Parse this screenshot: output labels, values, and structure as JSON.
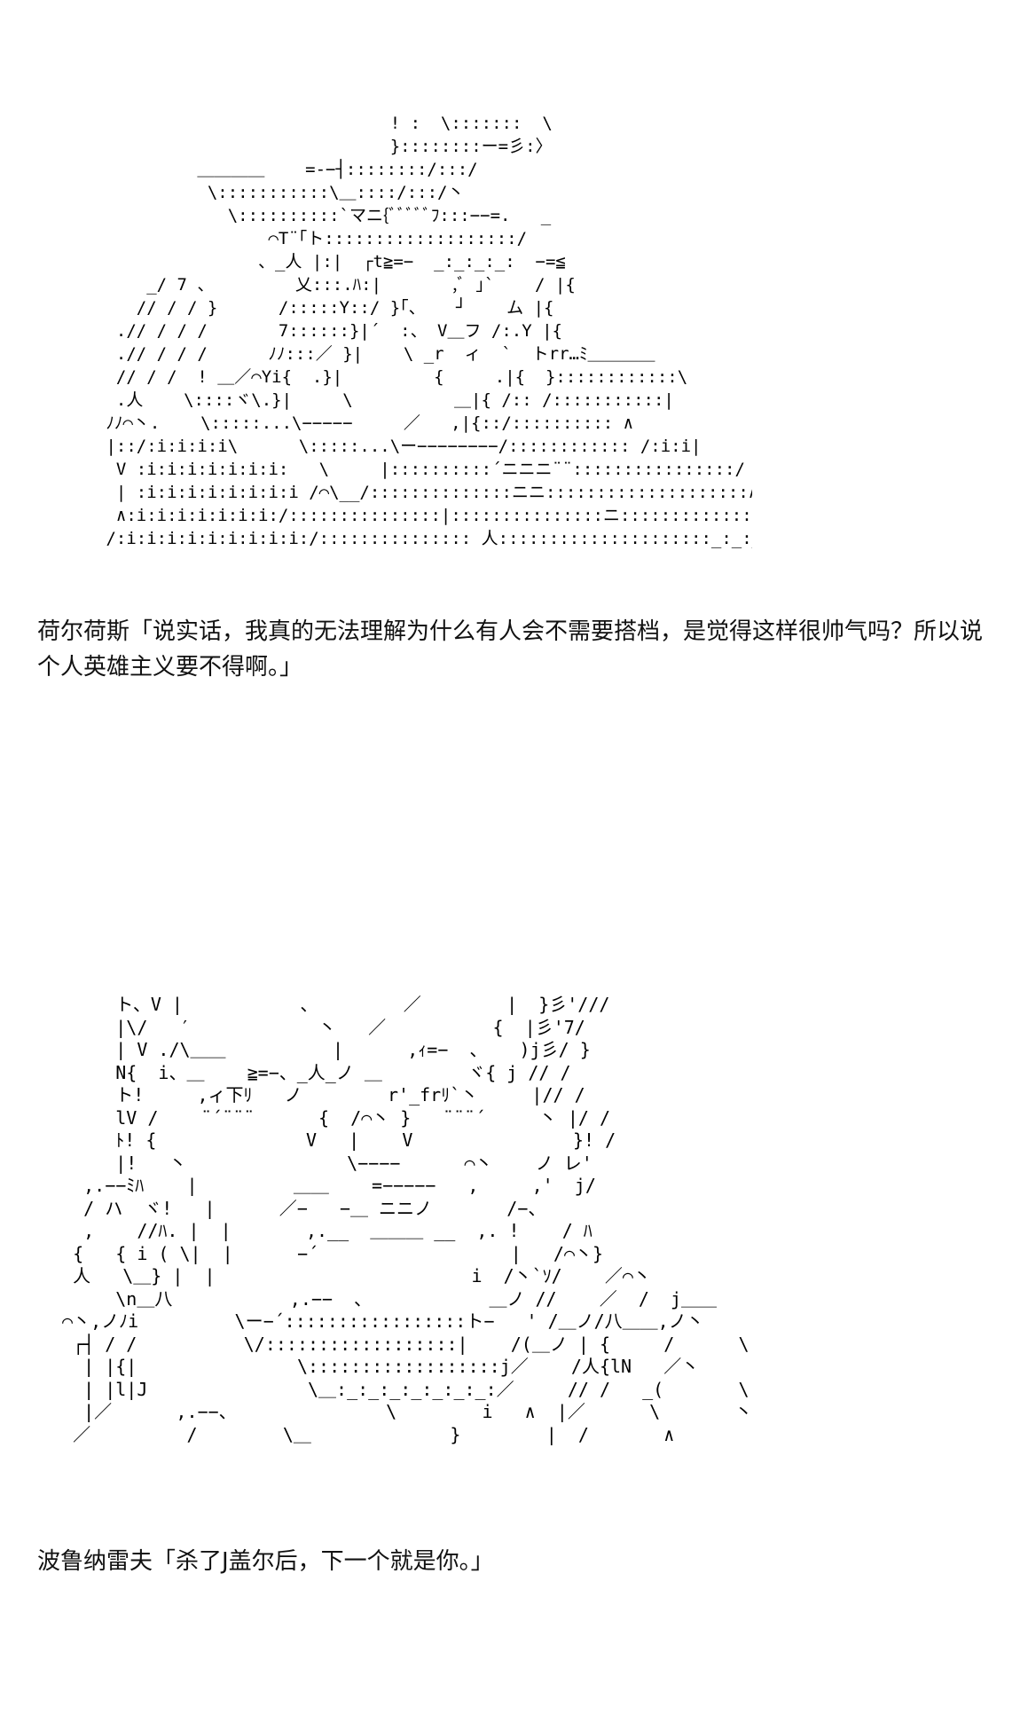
{
  "panels": [
    {
      "art": "                             ! :  \\:::::::  \\\n                             }::::::::ー=彡:〉\n          ＿＿＿＿    =-−┤::::::::/:::/\n           \\:::::::::::\\＿::::/:::/丶\n             \\::::::::::`マニ{ﾞﾞﾞﾞﾞﾌ:::−−=.   _\n                 ⌒T¨｢ト:::::::::::::::::::/\n                、_人 |:|  ┌t≧=−  _:_:_:_:  −=≦\n     _/ 7 、        乂:::.ﾊ:|       ,ﾞ ｣`    / |{\n    // / / }      /:::::Y::/ }｢、   ┘    ム |{\n  .// / / /       7::::::}|´  :、 V＿フ /:.Y |{\n  .// / / /      ﾉﾉ:::／ }|    \\ _r  ィ  `  トrr…ﾐ＿＿＿＿\n  // / /  ! ＿／⌒Yi{  .}|         {     .|{  }::::::::::::\\\n  .人    \\::::ヾ\\.}|     \\          ＿|{ /:: /:::::::::::|\n ﾉﾉ⌒丶.    \\:::::...\\−−−−−     ／   ,|{::/:::::::::: ∧\n |::/:i:i:i:i\\      \\:::::...\\ー−−−−−−−−/:::::::::::: /:i:i|\n  V :i:i:i:i:i:i:i:   \\     |::::::::::´ニニニ¨¨::::::::::::::::/ i:i:i|\n  | :i:i:i:i:i:i:i:i /⌒\\__/::::::::::::::ニニ::::::::::::::::::::∧:i:i:i|\n  ∧:i:i:i:i:i:i:i:/:::::::::::::::|:::::::::::::::ニ::::::::::::::::::／i:i:i:i:i|\n /:i:i:i:i:i:i:i:i:i:/::::::::::::::: 人:::::::::::::::::::::_:_:_:_:_:_:_:_:_: イ:i:i:i:i:i:i:i:i:∧",
      "caption": "荷尔荷斯「说实话，我真的无法理解为什么有人会不需要搭档，是觉得这样很帅气吗？所以说个人英雄主义要不得啊。」"
    },
    {
      "art": "      ト、V |           、        ／        |  }彡'///\n      |\\/   ′            丶   ／          {  |彡'7/\n      | V ./\\＿＿          |      ,ｨ=−  、   )j彡/ }\n      N{  i、＿    ≧=−、_人_ノ ＿        ヾ{ j // /\n      ト!     ,ィ下ﾘ   ノ        r'_frﾘ`丶     |// /\n      lV /    ¨´¨¨¨      {  /⌒丶 }   ¨¨¨´     丶 |/ /\n      ﾄ! {              V   |    V               }! /\n      |!   丶               \\−−−−      ⌒丶    ノ レ'\n   ,.−−ﾐﾊ    |         ＿＿    =−−−−−   ,     ,'  j/\n   / ハ  ヾ!   |      ／−   −＿ ニニノ       /−、\n   ,    //ﾊ. |  |       ,.__  ＿＿＿ __  ,. !    / ﾊ\n  {   { i ( \\|  |      −´                  |   /⌒丶}\n  人   \\＿} |  |                        i  /丶`ｿ/    ／⌒丶\n      \\n＿八           ,.−−  、           ＿ノ //    ／  /  j＿＿\n ⌒丶,ノﾉi         \\ー−´:::::::::::::::::ト−   ' /＿ノ/八＿＿,ノ丶         \\\n  ┌┤ / /          \\/::::::::::::::::::|    /(＿ノ | {     /      \\          \\\n   | |{|               \\::::::::::::::::::j／    /人{lN   ／丶      \\        −、 )\n   | |l|J               \\＿:_:_:_:_:_:_:_:／     // /   _(       \\       −、   ソ\n   |／      ,.−−、              \\        i   ∧  |／      \\       丶      }− ´/\n  ／         /        \\＿             }        |  /       ∧        \\      −、       /   /",
      "caption": "波鲁纳雷夫「杀了J盖尔后，下一个就是你。」"
    }
  ]
}
